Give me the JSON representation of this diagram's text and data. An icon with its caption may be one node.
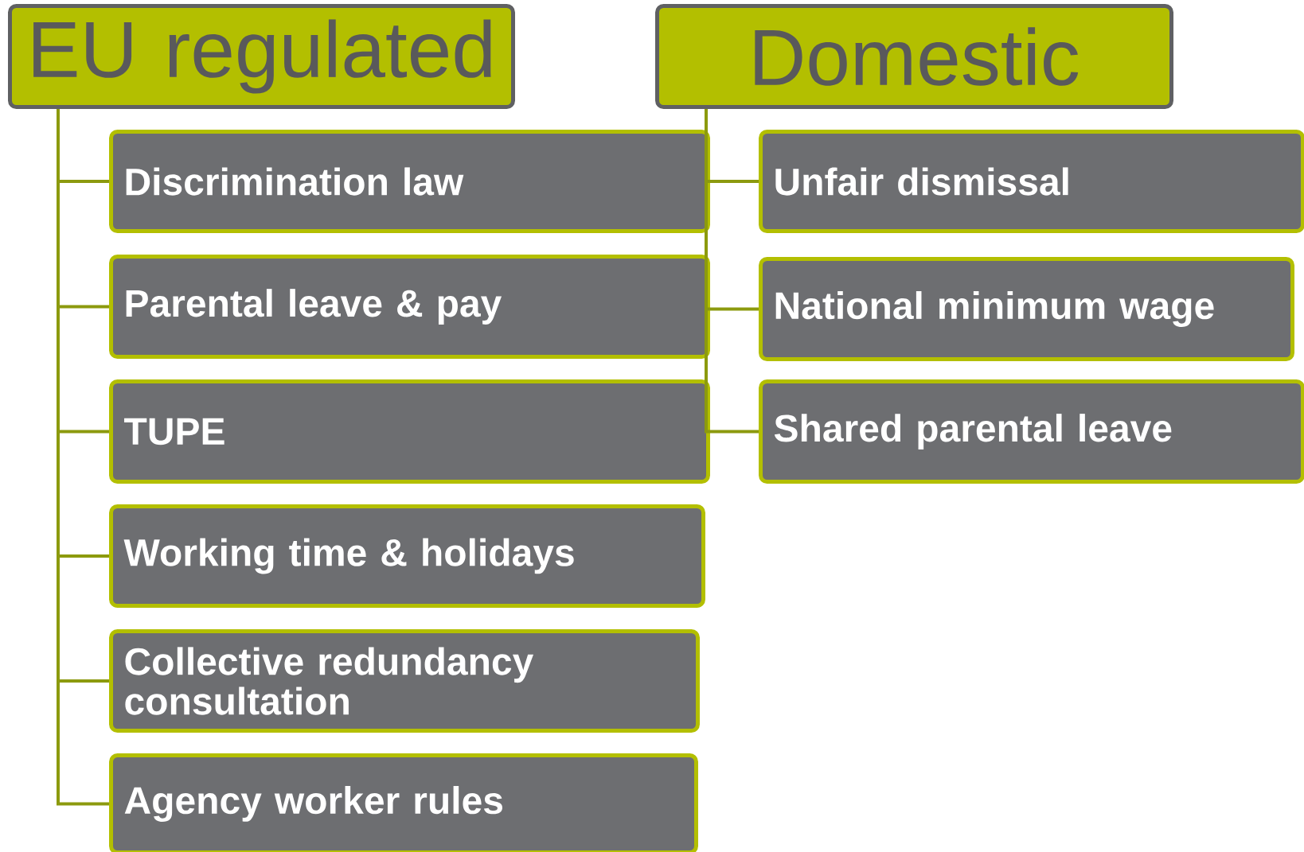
{
  "diagram": {
    "nodes": [
      {
        "text": [
          "EU regulated"
        ]
      },
      {
        "text": [
          "Discrimination law"
        ]
      },
      {
        "text": [
          "Parental leave & pay"
        ]
      },
      {
        "text": [
          "TUPE"
        ]
      },
      {
        "text": [
          "Working time & holidays"
        ]
      },
      {
        "text": [
          "Collective redundancy consultation"
        ]
      },
      {
        "text": [
          "Agency worker rules"
        ]
      },
      {
        "text": [
          "Domestic"
        ]
      },
      {
        "text": [
          "Unfair dismissal"
        ]
      },
      {
        "text": [
          "National minimum wage"
        ]
      },
      {
        "text": [
          "Shared parental leave"
        ]
      }
    ],
    "edges": [
      {
        "from": 0,
        "to": 1,
        "arrow": "none"
      },
      {
        "from": 0,
        "to": 2,
        "arrow": "none"
      },
      {
        "from": 0,
        "to": 3,
        "arrow": "none"
      },
      {
        "from": 0,
        "to": 4,
        "arrow": "none"
      },
      {
        "from": 0,
        "to": 5,
        "arrow": "none"
      },
      {
        "from": 0,
        "to": 6,
        "arrow": "none"
      },
      {
        "from": 7,
        "to": 8,
        "arrow": "none"
      },
      {
        "from": 7,
        "to": 9,
        "arrow": "none"
      },
      {
        "from": 7,
        "to": 10,
        "arrow": "none"
      }
    ]
  }
}
